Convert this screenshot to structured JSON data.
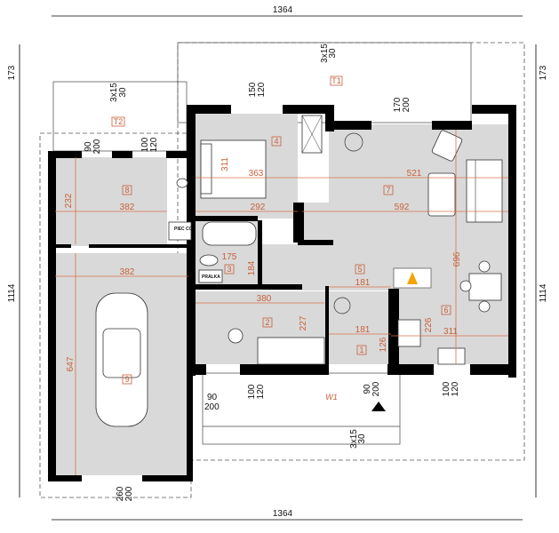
{
  "overall": {
    "width_top": "1364",
    "width_bottom": "1364",
    "left_top": "173",
    "left_main": "1114",
    "right_top": "173",
    "right_main": "1114"
  },
  "rooms": {
    "T1": "T1",
    "T2": "T2",
    "r8": "8",
    "r4": "4",
    "r7": "7",
    "r5": "5",
    "r3": "3",
    "r2": "2",
    "r1": "1",
    "r6": "6",
    "r9": "9",
    "W1": "W1"
  },
  "room_dims": {
    "r8_h": "232",
    "r8_w": "382",
    "r9_w": "382",
    "r9_h": "647",
    "r4_h": "311",
    "r4_w1": "363",
    "r4_w2": "292",
    "r7_w1": "521",
    "r7_w2": "592",
    "r7_h": "696",
    "r3_w": "175",
    "r3_h": "184",
    "r2_w": "380",
    "r2_h": "227",
    "r5_w": "181",
    "r1_w": "181",
    "r1_h": "126",
    "r6_h": "226",
    "r6_w": "311"
  },
  "openings": {
    "stairs_t2": [
      "3x15",
      "30"
    ],
    "win_r4": [
      "150",
      "120"
    ],
    "door_r8": [
      "90",
      "200"
    ],
    "win_r8": [
      "100",
      "120"
    ],
    "door_r7": [
      "170",
      "200"
    ],
    "stairs_t1": [
      "3x15",
      "30"
    ],
    "door_garage": [
      "90",
      "200"
    ],
    "win_r2": [
      "100",
      "120"
    ],
    "door_entry": [
      "90",
      "200"
    ],
    "win_r6": [
      "100",
      "120"
    ],
    "stairs_w1": [
      "3x15",
      "30"
    ],
    "garage_gate": [
      "260",
      "200"
    ]
  },
  "labels": {
    "boiler": "PIEC CO",
    "washer": "PRALKA"
  },
  "colors": {
    "floor": "#d9d9d9",
    "dimension": "#c8603a",
    "wall": "#000000"
  }
}
